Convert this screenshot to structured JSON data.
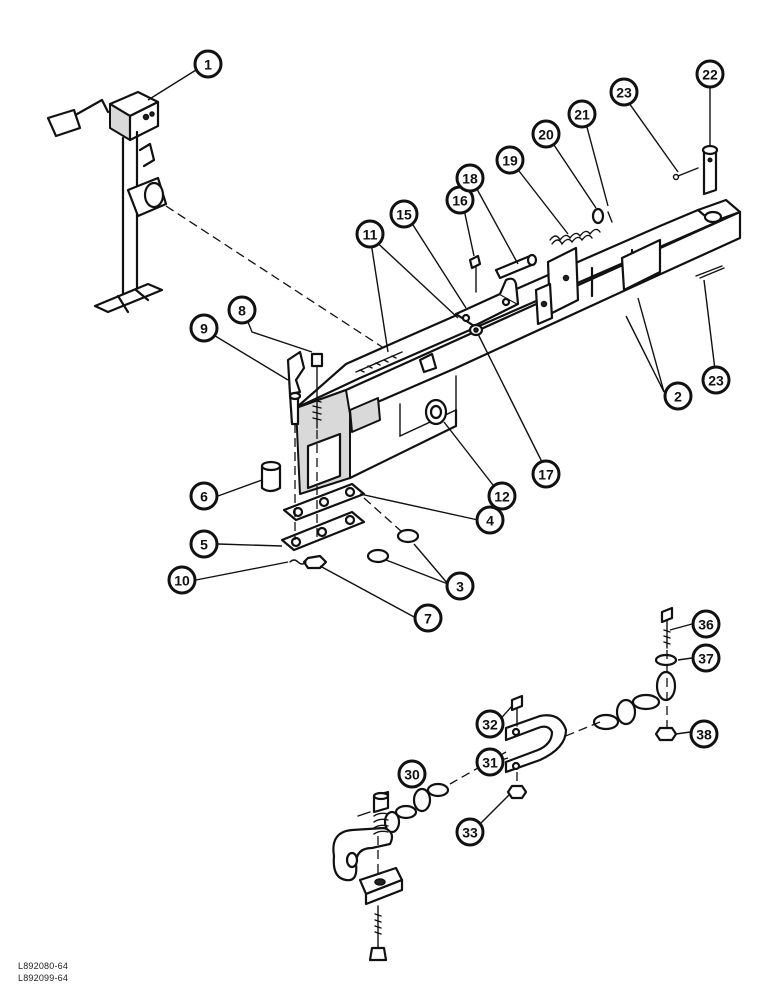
{
  "callouts": [
    {
      "id": "1",
      "label": "1"
    },
    {
      "id": "2",
      "label": "2"
    },
    {
      "id": "3",
      "label": "3"
    },
    {
      "id": "4",
      "label": "4"
    },
    {
      "id": "5",
      "label": "5"
    },
    {
      "id": "6",
      "label": "6"
    },
    {
      "id": "7",
      "label": "7"
    },
    {
      "id": "8",
      "label": "8"
    },
    {
      "id": "9",
      "label": "9"
    },
    {
      "id": "10",
      "label": "10"
    },
    {
      "id": "11",
      "label": "11"
    },
    {
      "id": "12",
      "label": "12"
    },
    {
      "id": "15",
      "label": "15"
    },
    {
      "id": "16",
      "label": "16"
    },
    {
      "id": "17",
      "label": "17"
    },
    {
      "id": "18",
      "label": "18"
    },
    {
      "id": "19",
      "label": "19"
    },
    {
      "id": "20",
      "label": "20"
    },
    {
      "id": "21",
      "label": "21"
    },
    {
      "id": "22",
      "label": "22"
    },
    {
      "id": "23a",
      "label": "23"
    },
    {
      "id": "23b",
      "label": "23"
    },
    {
      "id": "30",
      "label": "30"
    },
    {
      "id": "31",
      "label": "31"
    },
    {
      "id": "32",
      "label": "32"
    },
    {
      "id": "33",
      "label": "33"
    },
    {
      "id": "36",
      "label": "36"
    },
    {
      "id": "37",
      "label": "37"
    },
    {
      "id": "38",
      "label": "38"
    }
  ],
  "drawing_ids": [
    "L892080-64",
    "L892099-64"
  ]
}
